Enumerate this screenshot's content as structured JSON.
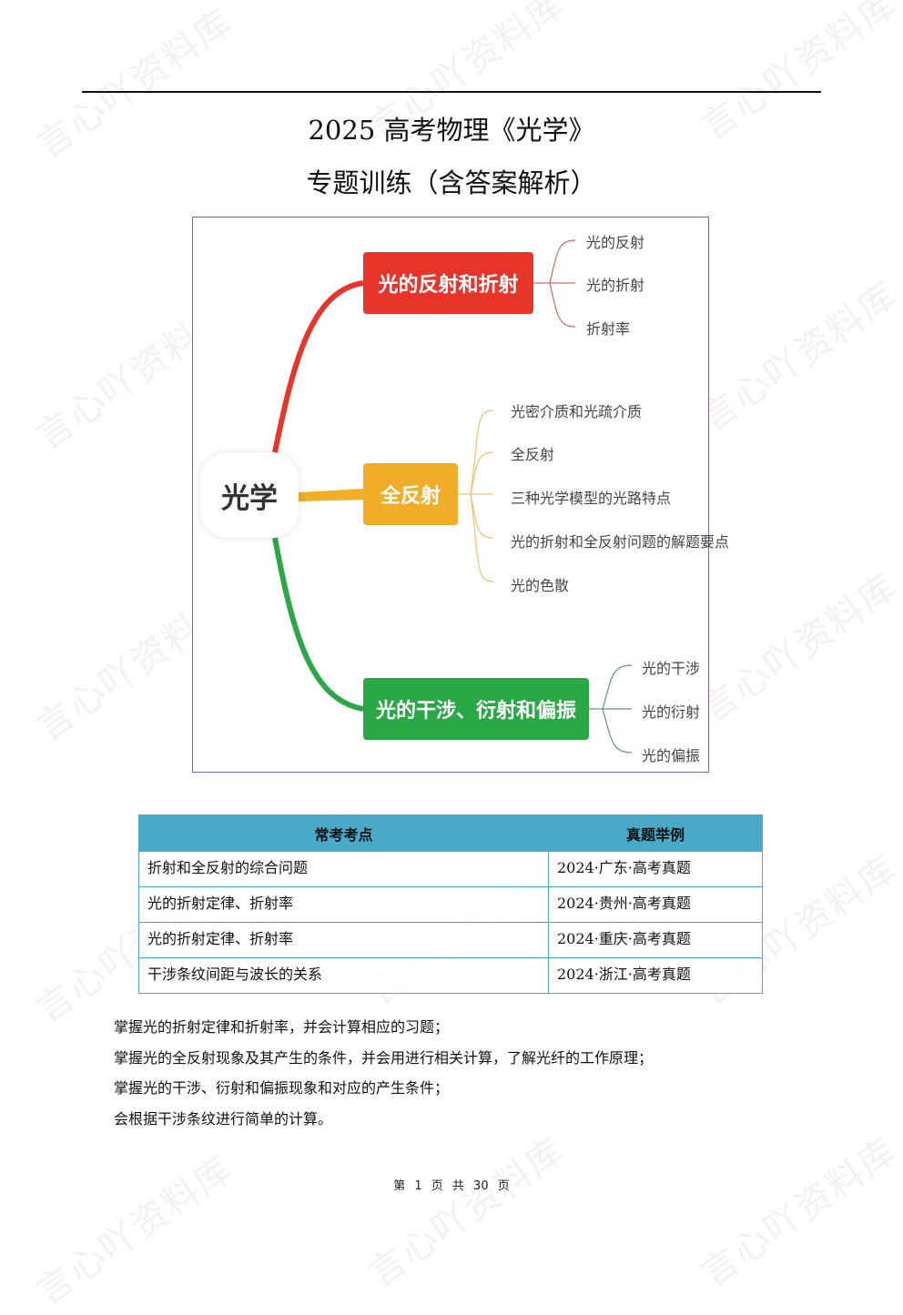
{
  "watermark": "言心吖资料库",
  "document": {
    "title_line1": "2025 高考物理《光学》",
    "title_line2": "专题训练（含答案解析）"
  },
  "mindmap": {
    "root": "光学",
    "branches": [
      {
        "label": "光的反射和折射",
        "color": "#e8352b",
        "leaves": [
          "光的反射",
          "光的折射",
          "折射率"
        ]
      },
      {
        "label": "全反射",
        "color": "#f0ad28",
        "leaves": [
          "光密介质和光疏介质",
          "全反射",
          "三种光学模型的光路特点",
          "光的折射和全反射问题的解题要点",
          "光的色散"
        ]
      },
      {
        "label": "光的干涉、衍射和偏振",
        "color": "#2aa845",
        "leaves": [
          "光的干涉",
          "光的衍射",
          "光的偏振"
        ]
      }
    ],
    "border_color": "#7f64a8"
  },
  "table": {
    "header_color": "#4aa9c6",
    "headers": [
      "常考考点",
      "真题举例"
    ],
    "rows": [
      [
        "折射和全反射的综合问题",
        "2024·广东·高考真题"
      ],
      [
        "光的折射定律、折射率",
        "2024·贵州·高考真题"
      ],
      [
        "光的折射定律、折射率",
        "2024·重庆·高考真题"
      ],
      [
        "干涉条纹间距与波长的关系",
        "2024·浙江·高考真题"
      ]
    ]
  },
  "objectives": [
    "掌握光的折射定律和折射率，并会计算相应的习题；",
    "掌握光的全反射现象及其产生的条件，并会用进行相关计算，了解光纤的工作原理；",
    "掌握光的干涉、衍射和偏振现象和对应的产生条件；",
    "会根据干涉条纹进行简单的计算。"
  ],
  "footer": {
    "page_text": "第 1 页 共 30 页"
  }
}
